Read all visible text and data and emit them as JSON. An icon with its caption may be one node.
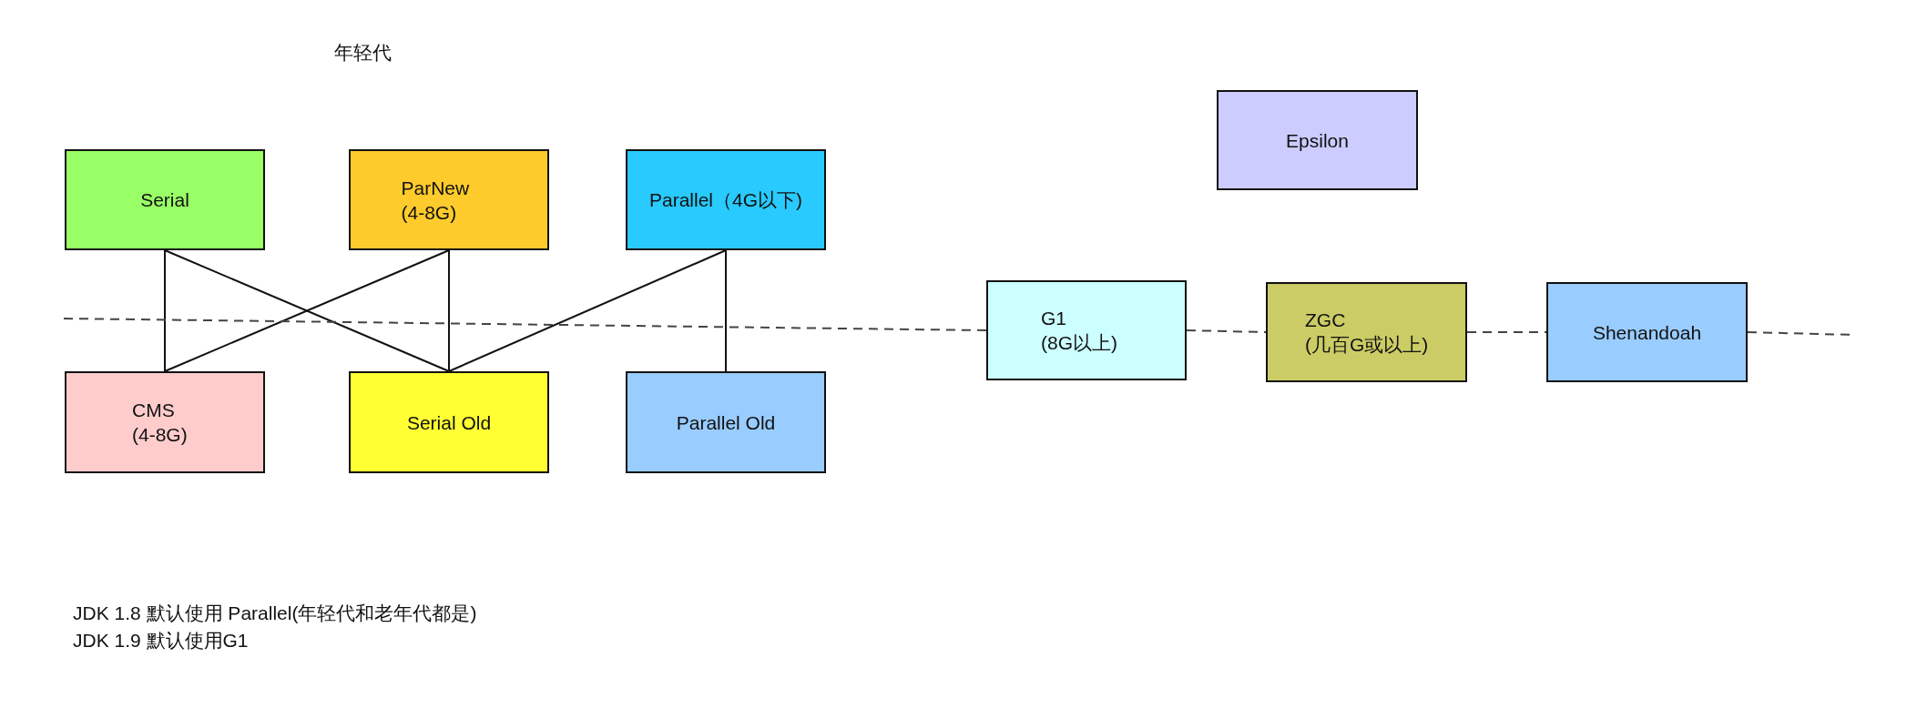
{
  "diagram": {
    "nodes": [
      {
        "text": [
          "Serial"
        ]
      },
      {
        "text": [
          "ParNew (4-8G)"
        ]
      },
      {
        "text": [
          "Parallel（4G以下)"
        ]
      },
      {
        "text": [
          "Epsilon"
        ]
      },
      {
        "text": [
          "CMS (4-8G)"
        ]
      },
      {
        "text": [
          "Serial Old"
        ]
      },
      {
        "text": [
          "Parallel Old"
        ]
      },
      {
        "text": [
          "G1 (8G以上)"
        ]
      },
      {
        "text": [
          "ZGC (几百G或以上)"
        ]
      },
      {
        "text": [
          "Shenandoah"
        ]
      }
    ],
    "edges": [
      {
        "from": 0,
        "to": 4,
        "arrow": "none"
      },
      {
        "from": 0,
        "to": 5,
        "arrow": "none"
      },
      {
        "from": 1,
        "to": 4,
        "arrow": "none"
      },
      {
        "from": 1,
        "to": 5,
        "arrow": "none"
      },
      {
        "from": 2,
        "to": 5,
        "arrow": "none"
      },
      {
        "from": 2,
        "to": 6,
        "arrow": "none"
      },
      {
        "from": null,
        "to": 7,
        "arrow": "none",
        "style": "dashed"
      },
      {
        "from": 7,
        "to": 8,
        "arrow": "none",
        "style": "dashed"
      },
      {
        "from": 8,
        "to": 9,
        "arrow": "none",
        "style": "dashed"
      },
      {
        "from": 9,
        "to": null,
        "arrow": "none",
        "style": "dashed"
      }
    ],
    "labels": [
      "年轻代",
      "JDK 1.8 默认使用 Parallel(年轻代和老年代都是)",
      "JDK 1.9 默认使用G1"
    ]
  }
}
